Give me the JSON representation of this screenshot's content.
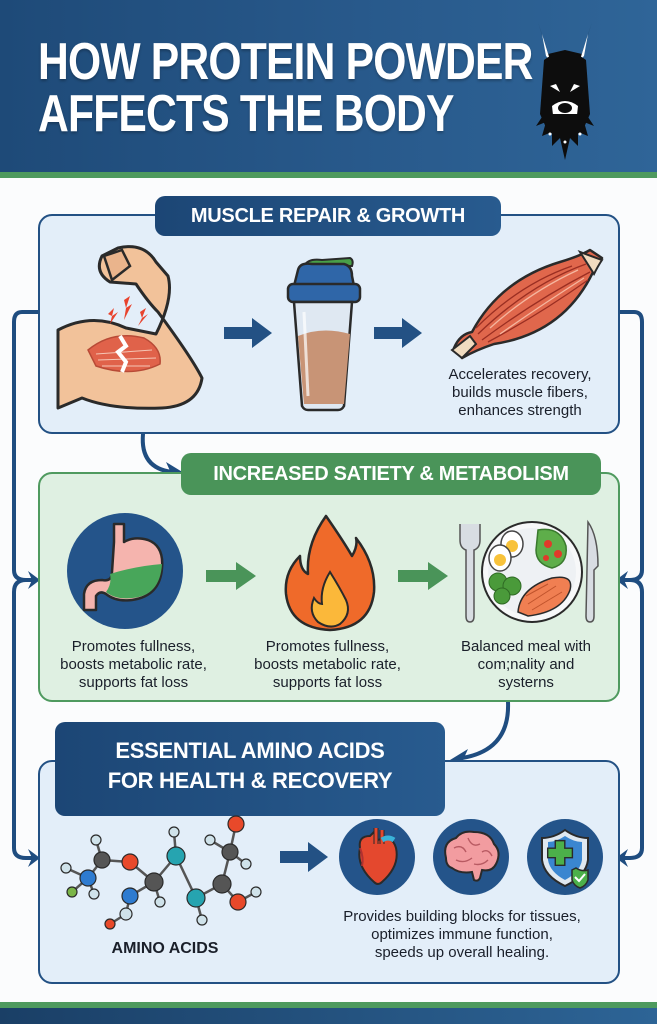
{
  "header": {
    "title_line1": "HOW PROTEIN POWDER",
    "title_line2": "AFFECTS THE BODY",
    "logo": "doberman-dog-logo-icon"
  },
  "colors": {
    "header_blue": "#1e4a78",
    "accent_green": "#4e9a5e",
    "panel_blue_bg": "#e3eef9",
    "panel_green_bg": "#dff0e2",
    "arrow_blue": "#235184",
    "arrow_green": "#4a9459"
  },
  "sections": [
    {
      "title": "MUSCLE REPAIR & GROWTH",
      "color": "blue",
      "icons": [
        "flexed-arm-torn-muscle-icon",
        "arrow-right-icon",
        "protein-shaker-icon",
        "arrow-right-icon",
        "muscle-fiber-icon"
      ],
      "captions": [
        {
          "lines": [
            "Accelerates recovery,",
            "builds muscle fibers,",
            "enhances strength"
          ]
        }
      ]
    },
    {
      "title": "INCREASED SATIETY & METABOLISM",
      "color": "green",
      "icons": [
        "stomach-icon",
        "arrow-right-icon",
        "flame-icon",
        "arrow-right-icon",
        "balanced-meal-plate-icon"
      ],
      "captions": [
        {
          "lines": [
            "Promotes fullness,",
            "boosts metabolic rate,",
            "supports fat loss"
          ]
        },
        {
          "lines": [
            "Promotes fullness,",
            "boosts metabolic rate,",
            "supports fat loss"
          ]
        },
        {
          "lines": [
            "Balanced meal with",
            "com;nality and",
            "systerns"
          ]
        }
      ]
    },
    {
      "title_line1": "ESSENTIAL AMINO ACIDS",
      "title_line2": "FOR HEALTH & RECOVERY",
      "color": "blue",
      "icons": [
        "amino-acid-molecule-icon",
        "arrow-right-icon",
        "heart-icon",
        "brain-icon",
        "shield-plus-check-icon"
      ],
      "molecule_label": "AMINO ACIDS",
      "captions": [
        {
          "lines": [
            "Provides building blocks for tissues,",
            "optimizes immune function,",
            "speeds up overall healing."
          ]
        }
      ]
    }
  ]
}
